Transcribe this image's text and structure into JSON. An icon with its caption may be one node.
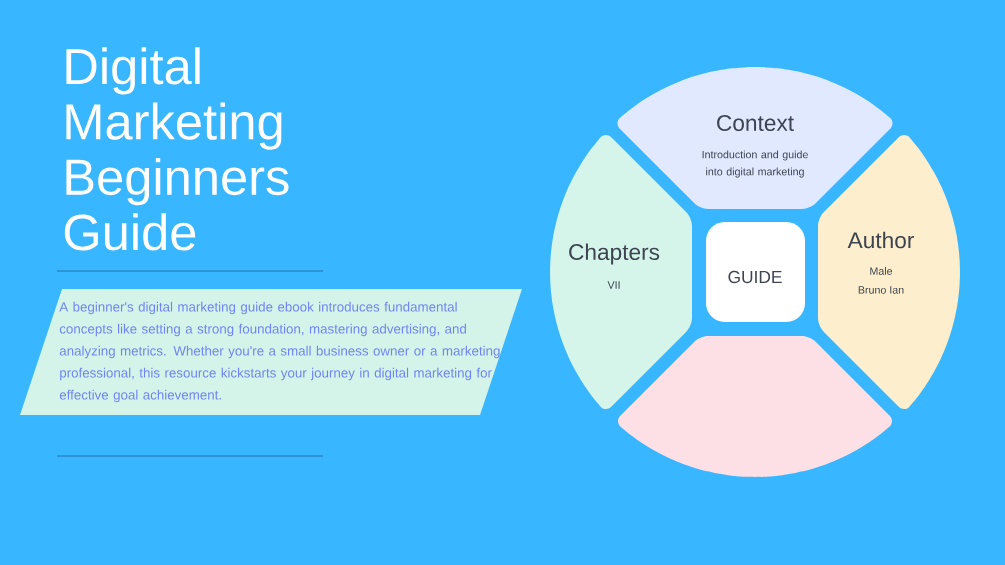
{
  "diagram": {
    "title": "Digital Marketing Beginners Guide",
    "nodes": [
      {
        "text": [
          "A beginner's digital marketing guide ebook introduces fundamental concepts like setting a strong foundation, mastering advertising, and analyzing metrics. Whether you're a small business owner or a marketing professional, this resource kickstarts your journey in digital marketing for effective goal achievement."
        ]
      },
      {
        "text": [
          "Context",
          "Introduction and guide into digital marketing"
        ]
      },
      {
        "text": [
          "Chapters",
          "VII"
        ]
      },
      {
        "text": [
          "GUIDE"
        ]
      },
      {
        "text": [
          "Author",
          "Male",
          "Bruno Ian"
        ]
      },
      {
        "text": [],
        "shape": "sector"
      }
    ]
  }
}
